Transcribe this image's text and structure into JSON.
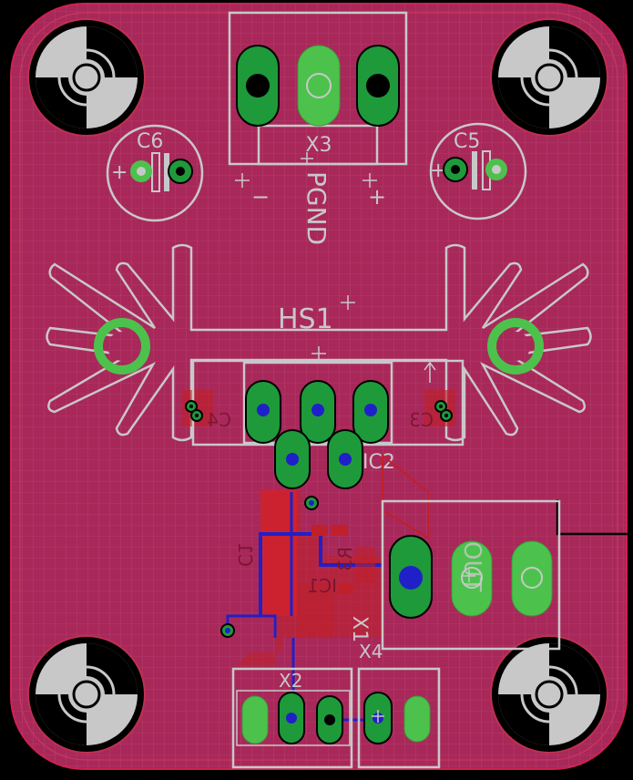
{
  "board": {
    "background": "#000000",
    "copper_color": "#a8285a",
    "silk_color": "#c8c8c8",
    "pad_color": "#1e9a3a",
    "trace_red": "#c0202a",
    "trace_blue": "#2020c8"
  },
  "labels": {
    "x3": "X3",
    "pgnd": "PGND",
    "c6": "C6",
    "c5": "C5",
    "hs1": "HS1",
    "ic2": "IC2",
    "x2": "X2",
    "x4": "X4",
    "x1": "X1",
    "minus": "−",
    "plus": "+",
    "c6_plus": "+",
    "c5_plus": "+",
    "c4_mirror": "C4",
    "c3_mirror": "C3",
    "r3_mirror": "R3",
    "ic1_mirror": "IC1",
    "c1_mirror": "C1",
    "out_mirror": "OUT"
  }
}
